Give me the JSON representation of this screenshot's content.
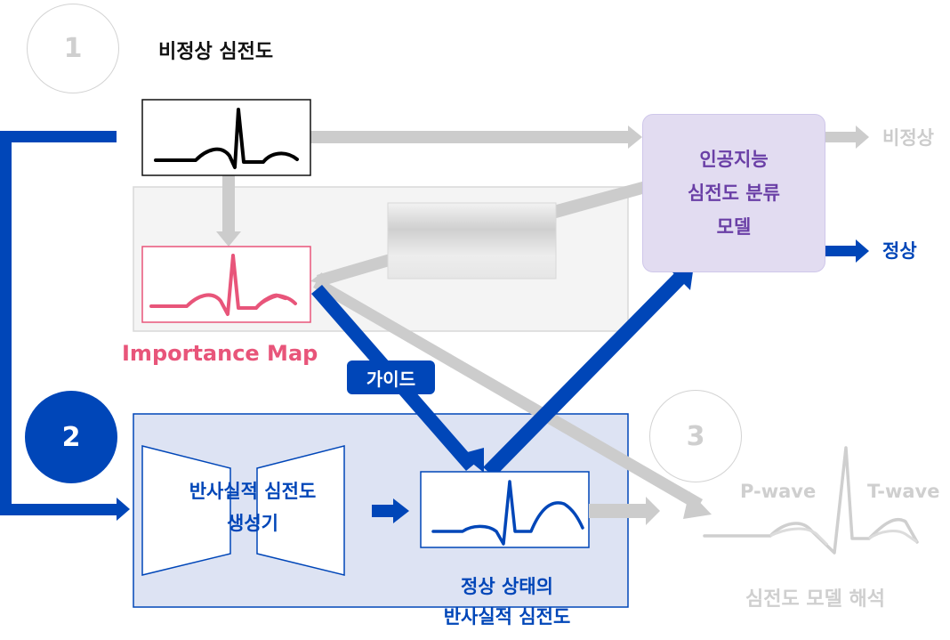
{
  "step_badges": {
    "step1": "1",
    "step2": "2",
    "step3": "3"
  },
  "input": {
    "title": "비정상 심전도"
  },
  "classifier": {
    "lines": [
      "인공지능",
      "심전도 분류",
      "모델"
    ]
  },
  "outputs": {
    "abnormal": "비정상",
    "normal": "정상"
  },
  "importance_map": {
    "label": "Importance Map"
  },
  "guide_badge": "가이드",
  "generator": {
    "lines": [
      "반사실적 심전도",
      "생성기"
    ]
  },
  "counterfactual": {
    "lines": [
      "정상 상태의",
      "반사실적 심전도"
    ]
  },
  "interpretation": {
    "p_wave": "P-wave",
    "t_wave": "T-wave",
    "label": "심전도 모델 해석"
  },
  "colors": {
    "primary_blue": "#0046b8",
    "importance_pink": "#e8557a",
    "model_purple": "#6a3fa6",
    "model_bg": "#e2dcf1",
    "inactive_gray": "#cccccc",
    "panel_blue_bg": "#dde3f3"
  }
}
